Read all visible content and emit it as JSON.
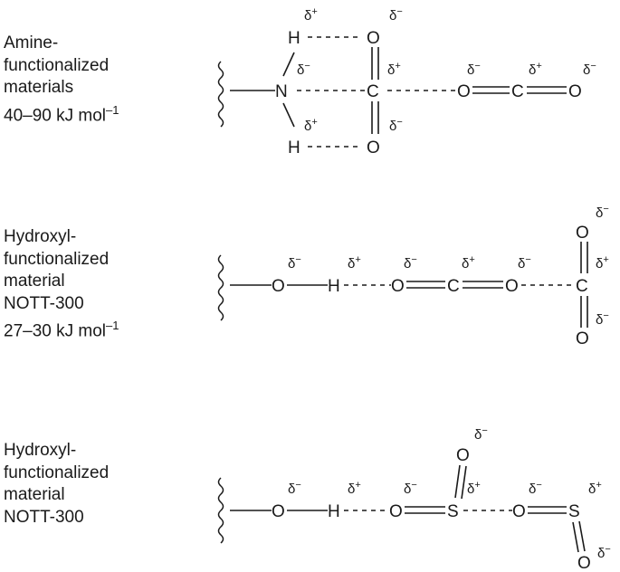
{
  "labels": {
    "amine": {
      "line1": "Amine-",
      "line2": "functionalized",
      "line3": "materials",
      "line4": "40–90 kJ mol",
      "line4_sup": "–1"
    },
    "hydroxyl_co2": {
      "line1": "Hydroxyl-",
      "line2": "functionalized",
      "line3": "material",
      "line4": "NOTT-300",
      "line5": "27–30 kJ mol",
      "line5_sup": "–1"
    },
    "hydroxyl_so2": {
      "line1": "Hydroxyl-",
      "line2": "functionalized",
      "line3": "material",
      "line4": "NOTT-300"
    }
  },
  "atoms": {
    "N": "N",
    "H": "H",
    "O": "O",
    "C": "C",
    "S": "S"
  },
  "charges": {
    "delta_plus": "δ+",
    "delta_minus": "δ−"
  }
}
